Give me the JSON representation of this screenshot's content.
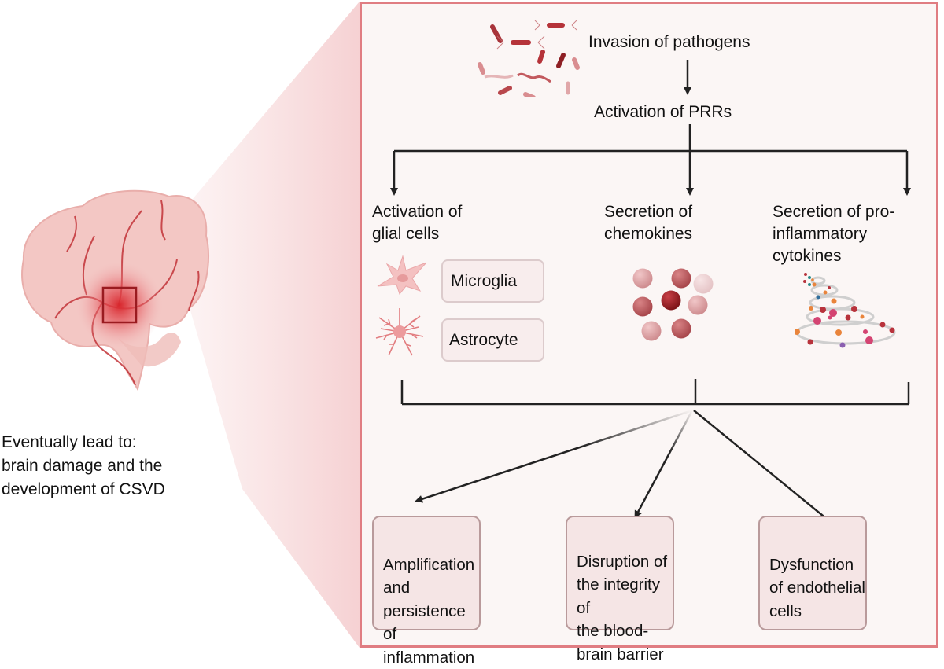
{
  "title": "Neuroinflammation pathway leading to CSVD",
  "colors": {
    "panel_border": "#e07d82",
    "panel_bg": "#fbf6f5",
    "box_bg": "#f5e5e5",
    "box_border": "#b99a9b",
    "accent_red": "#c0262c",
    "arrow": "#222222"
  },
  "pathogens": {
    "label": "Invasion of pathogens",
    "icon": "bacteria-icon"
  },
  "prr": {
    "label": "Activation of PRRs"
  },
  "branches": [
    {
      "id": "glial",
      "label": "Activation of\nglial cells"
    },
    {
      "id": "chemokines",
      "label": "Secretion of\nchemokines",
      "icon": "chemokine-spheres-icon"
    },
    {
      "id": "cytokines",
      "label": "Secretion of pro-\ninflammatory\ncytokines",
      "icon": "cytokine-spiral-icon"
    }
  ],
  "glial_cells": [
    {
      "label": "Microglia",
      "icon": "microglia-icon"
    },
    {
      "label": "Astrocyte",
      "icon": "astrocyte-icon"
    }
  ],
  "outcomes": [
    {
      "label": "Amplification\nand\npersistence of\ninflammation"
    },
    {
      "label": "Disruption of\nthe integrity of\nthe blood-\nbrain barrier"
    },
    {
      "label": "Dysfunction\nof endothelial\ncells"
    }
  ],
  "brain": {
    "icon": "brain-icon",
    "highlight": "lesion-region"
  },
  "conclusion": {
    "label": "Eventually lead to:\nbrain damage and the\ndevelopment of CSVD"
  }
}
